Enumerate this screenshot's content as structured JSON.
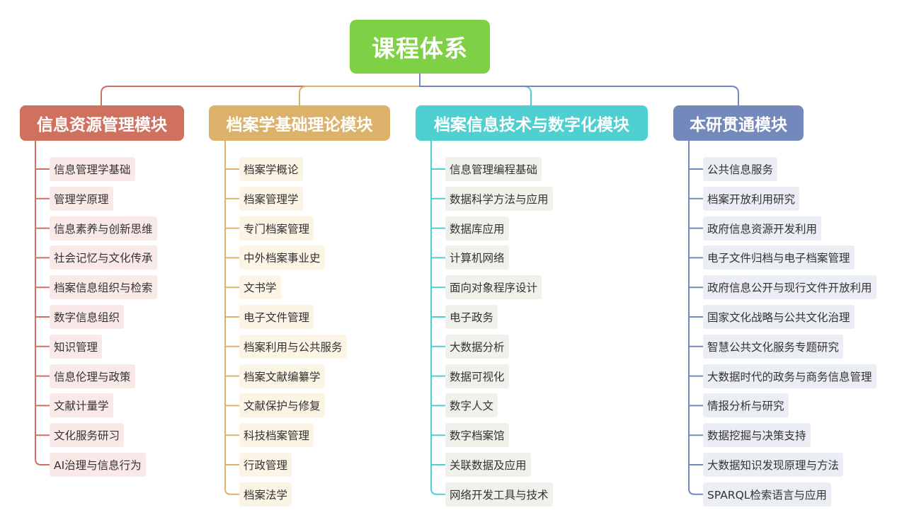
{
  "root": {
    "label": "课程体系",
    "color": "#7ed144"
  },
  "modules": [
    {
      "title": "信息资源管理模块",
      "color": "#d0705f",
      "leaf_bg": "#faeae7",
      "courses": [
        "信息管理学基础",
        "管理学原理",
        "信息素养与创新思维",
        "社会记忆与文化传承",
        "档案信息组织与检索",
        "数字信息组织",
        "知识管理",
        "信息伦理与政策",
        "文献计量学",
        "文化服务研习",
        "AI治理与信息行为"
      ]
    },
    {
      "title": "档案学基础理论模块",
      "color": "#dcb26a",
      "leaf_bg": "#fcf5e6",
      "courses": [
        "档案学概论",
        "档案管理学",
        "专门档案管理",
        "中外档案事业史",
        "文书学",
        "电子文件管理",
        "档案利用与公共服务",
        "档案文献编纂学",
        "文献保护与修复",
        "科技档案管理",
        "行政管理",
        "档案法学"
      ]
    },
    {
      "title": "档案信息技术与数字化模块",
      "color": "#4ecfd0",
      "leaf_bg": "#eef2ea",
      "courses": [
        "信息管理编程基础",
        "数据科学方法与应用",
        "数据库应用",
        "计算机网络",
        "面向对象程序设计",
        "电子政务",
        "大数据分析",
        "数据可视化",
        "数字人文",
        "数字档案馆",
        "关联数据及应用",
        "网络开发工具与技术"
      ]
    },
    {
      "title": "本研贯通模块",
      "color": "#7389bb",
      "leaf_bg": "#eceef5",
      "courses": [
        "公共信息服务",
        "档案开放利用研究",
        "政府信息资源开发利用",
        "电子文件归档与电子档案管理",
        "政府信息公开与现行文件开放利用",
        "国家文化战略与公共文化治理",
        "智慧公共文化服务专题研究",
        "大数据时代的政务与商务信息管理",
        "情报分析与研究",
        "数据挖掘与决策支持",
        "大数据知识发现原理与方法",
        "SPARQL检索语言与应用"
      ]
    }
  ]
}
